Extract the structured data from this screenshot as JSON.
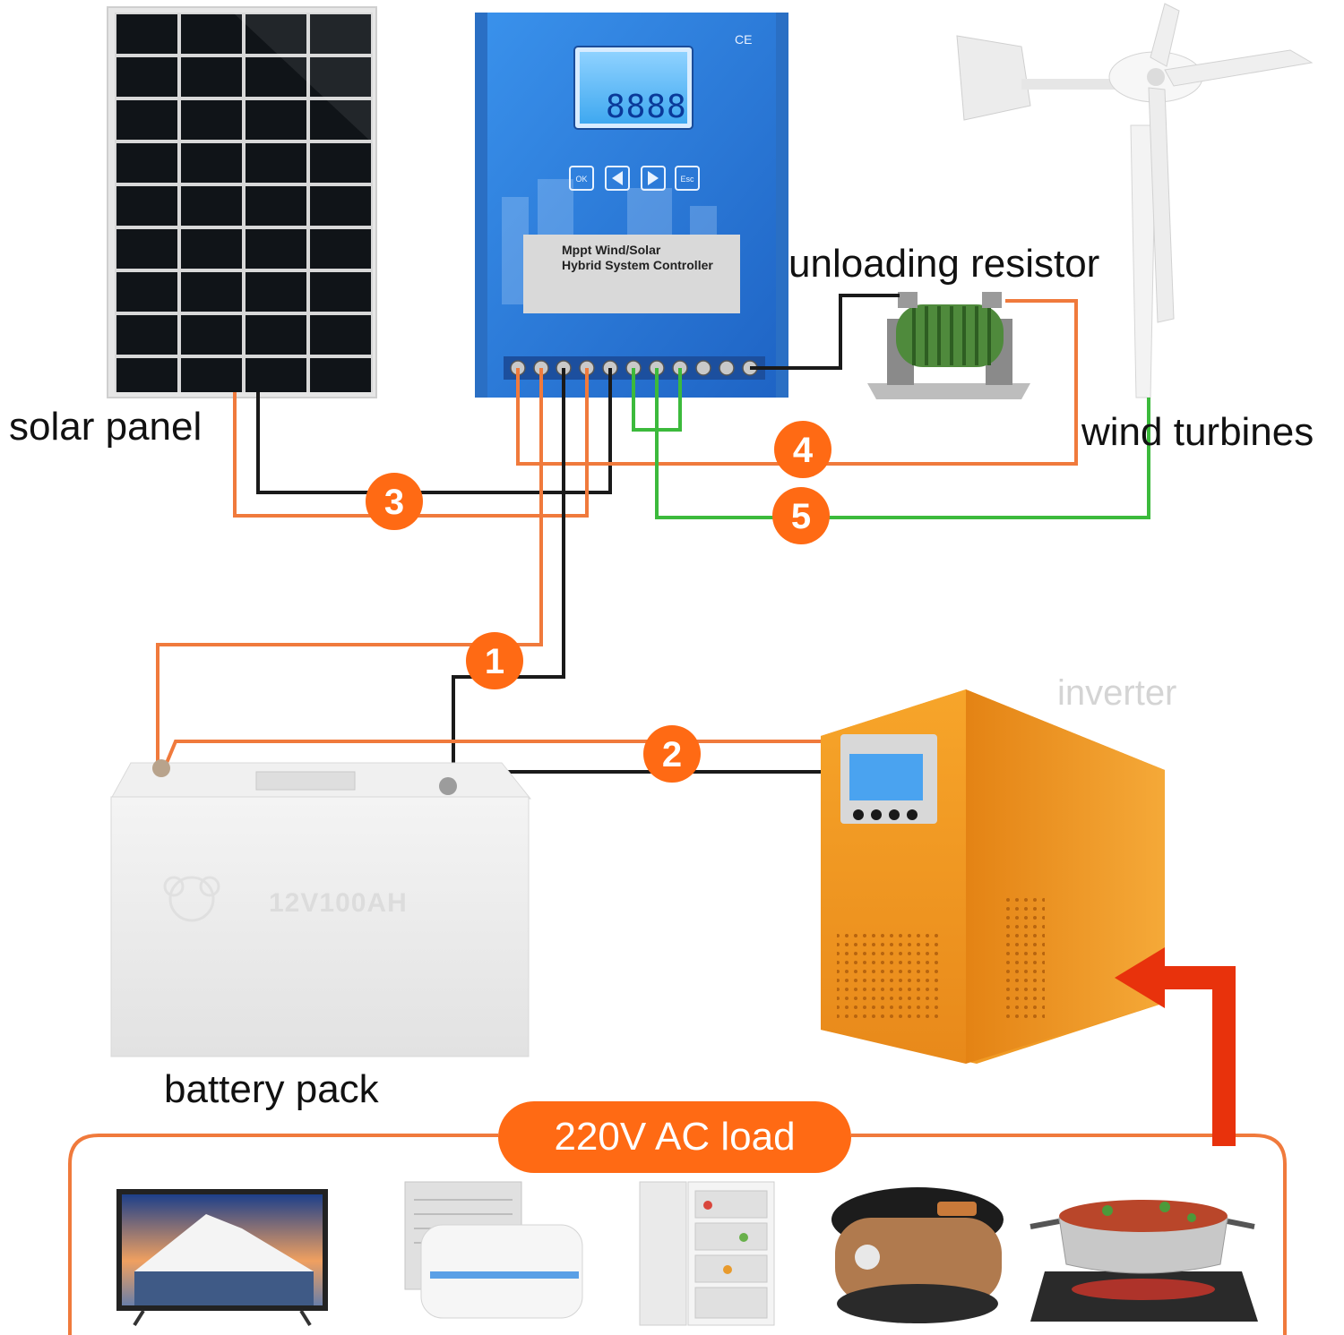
{
  "labels": {
    "solar_panel": "solar panel",
    "unloading_resistor": "unloading resistor",
    "wind_turbines": "wind turbines",
    "battery_pack": "battery pack",
    "inverter": "inverter",
    "ac_load": "220V AC load"
  },
  "controller": {
    "title_line1": "Mppt Wind/Solar",
    "title_line2": "Hybrid System Controller",
    "display_digits": "8888",
    "mark": "CE",
    "buttons": [
      "OK",
      "◀",
      "▶",
      "Esc"
    ]
  },
  "battery": {
    "model": "12V100AH"
  },
  "connections": [
    {
      "number": "1",
      "color": "#ff6a14"
    },
    {
      "number": "2",
      "color": "#ff6a14"
    },
    {
      "number": "3",
      "color": "#ff6a14"
    },
    {
      "number": "4",
      "color": "#ff6a14"
    },
    {
      "number": "5",
      "color": "#ff6a14"
    }
  ],
  "appliances": [
    "tv-icon",
    "air-conditioner-icon",
    "refrigerator-icon",
    "rice-cooker-icon",
    "induction-cooker-icon"
  ],
  "colors": {
    "wire_positive": "#f07a3c",
    "wire_negative": "#1a1a1a",
    "wire_wind": "#3cba3c",
    "accent": "#ff6a14",
    "controller_blue": "#2f7fd8",
    "inverter_orange": "#f29a1e",
    "arrow_red": "#e8320c"
  }
}
